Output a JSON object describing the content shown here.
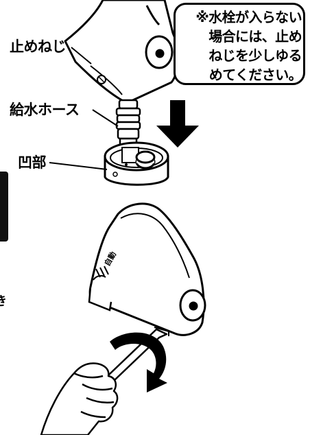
{
  "labels": {
    "set_screw": "止めねじ",
    "supply_hose": "給水ホース",
    "recess": "凹部"
  },
  "note": {
    "lines": [
      "※水栓が入らない",
      "場合には、止め",
      "ねじを少しゆる",
      "めてください。"
    ]
  },
  "side_mark": "き",
  "unit_badge": "自動",
  "colors": {
    "line": "#000000",
    "fill": "#ffffff",
    "tab": "#111111"
  },
  "icons": {
    "down_arrow": "down-arrow-icon",
    "rotation": "rotate-clockwise-icon"
  }
}
